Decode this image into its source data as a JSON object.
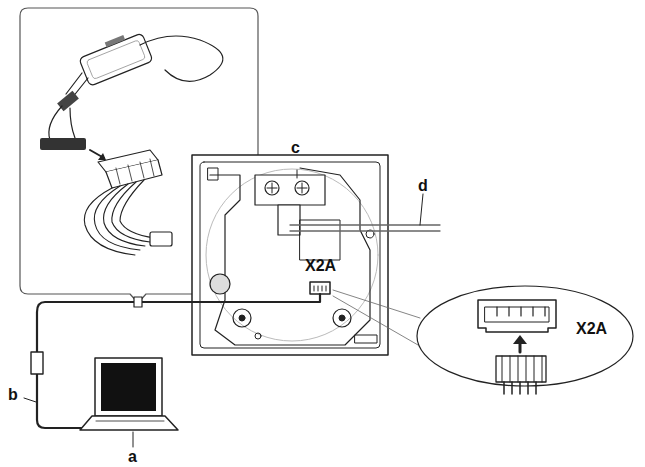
{
  "diagram": {
    "labels": [
      "c",
      "d",
      "X2A",
      "X2A",
      "b",
      "a"
    ]
  }
}
